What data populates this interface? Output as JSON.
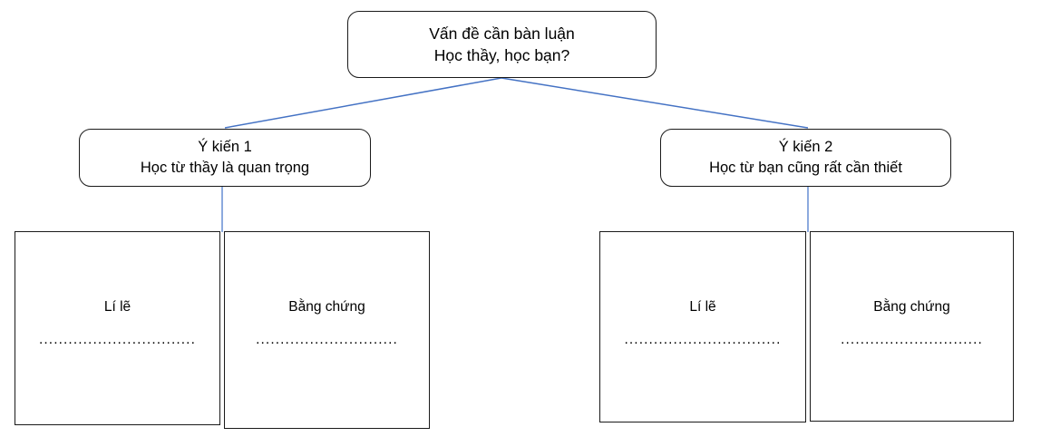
{
  "diagram": {
    "title_lines": [
      "Vấn đề cần bàn luận",
      "Học thầy, học bạn?"
    ],
    "connector_color": "#4472C4",
    "box_border_color": "#1a1a1a",
    "background_color": "#ffffff",
    "topic": {
      "line1": "Vấn đề cần bàn luận",
      "line2": "Học thầy, học bạn?"
    },
    "branches": [
      {
        "heading": "Ý kiến 1",
        "subheading": "Học từ thầy là quan trọng",
        "reason": {
          "title": "Lí lẽ",
          "dots": "................................"
        },
        "evidence": {
          "title": "Bằng chứng",
          "dots": "............................."
        }
      },
      {
        "heading": "Ý kiến 2",
        "subheading": "Học từ bạn cũng rất cần thiết",
        "reason": {
          "title": "Lí lẽ",
          "dots": "................................"
        },
        "evidence": {
          "title": "Bằng chứng",
          "dots": "............................."
        }
      }
    ]
  }
}
